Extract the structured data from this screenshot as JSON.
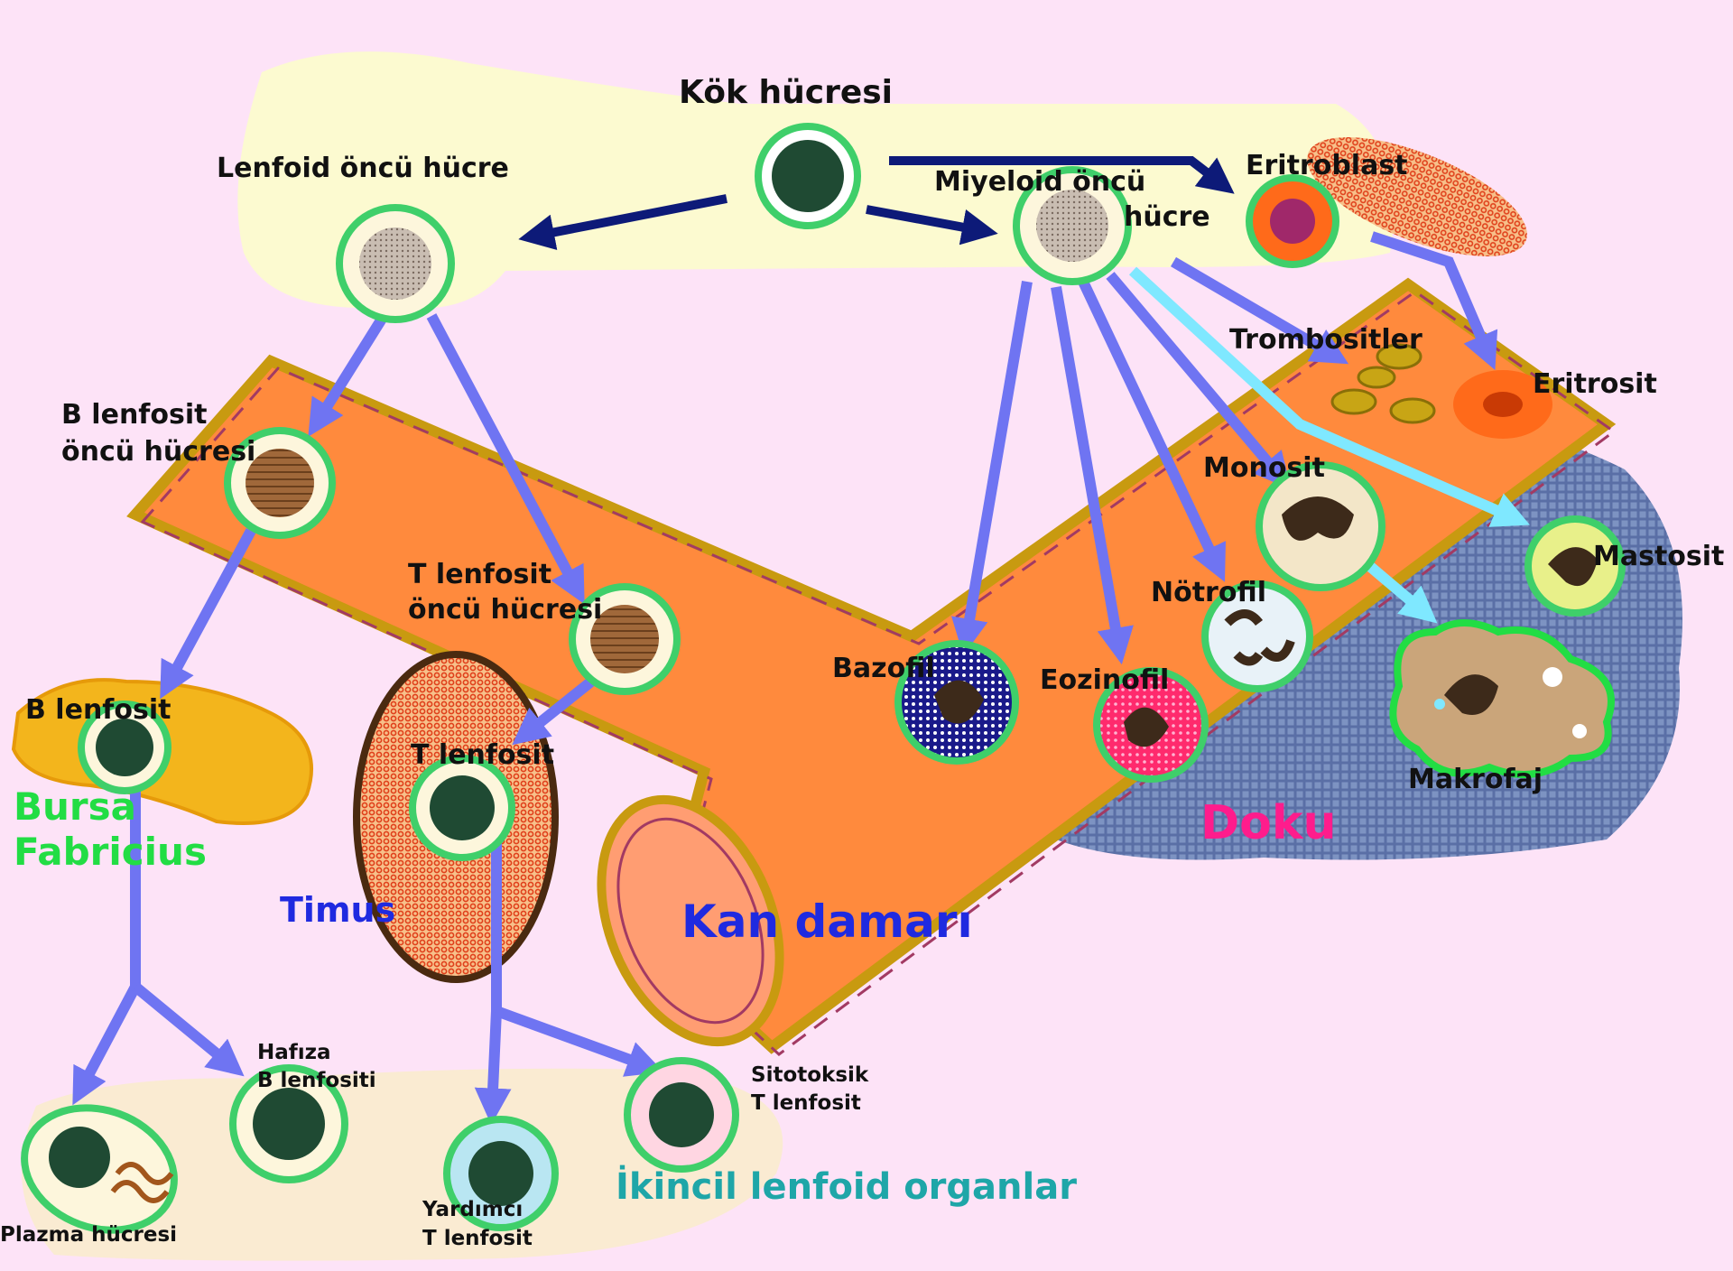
{
  "labels": {
    "stem_cell": "Kök hücresi",
    "lymphoid_progenitor": "Lenfoid öncü hücre",
    "myeloid_progenitor_1": "Miyeloid öncü",
    "myeloid_progenitor_2": "hücre",
    "erythroblast": "Eritroblast",
    "thrombocytes": "Trombositler",
    "erythrocyte": "Eritrosit",
    "b_progenitor_1": "B lenfosit",
    "b_progenitor_2": "öncü hücresi",
    "t_progenitor_1": "T lenfosit",
    "t_progenitor_2": "öncü hücresi",
    "monocyte": "Monosit",
    "mast_cell": "Mastosit",
    "neutrophil": "Nötrofil",
    "basophil": "Bazofil",
    "eosinophil": "Eozinofil",
    "macrophage": "Makrofaj",
    "b_lymphocyte": "B lenfosit",
    "t_lymphocyte": "T lenfosit",
    "bursa_1": "Bursa",
    "bursa_2": "Fabricius",
    "thymus": "Timus",
    "blood_vessel": "Kan damarı",
    "tissue": "Doku",
    "memory_b_1": "Hafıza",
    "memory_b_2": "B lenfositi",
    "cytotoxic_1": "Sitotoksik",
    "cytotoxic_2": "T lenfosit",
    "helper_1": "Yardımcı",
    "helper_2": "T lenfosit",
    "plasma_cell": "Plazma hücresi",
    "secondary_organs": "İkincil lenfoid organlar"
  },
  "colors": {
    "background": "#fde3f7",
    "vessel": "#ff8a3d",
    "vessel_border": "#c89a10",
    "arrow_dark": "#0d1a78",
    "arrow_light": "#6f74f2",
    "arrow_cyan": "#7fe8ff",
    "cell_ring": "#3fcf6a",
    "nucleus": "#1f4a33",
    "tissue": "#7d93c2"
  }
}
